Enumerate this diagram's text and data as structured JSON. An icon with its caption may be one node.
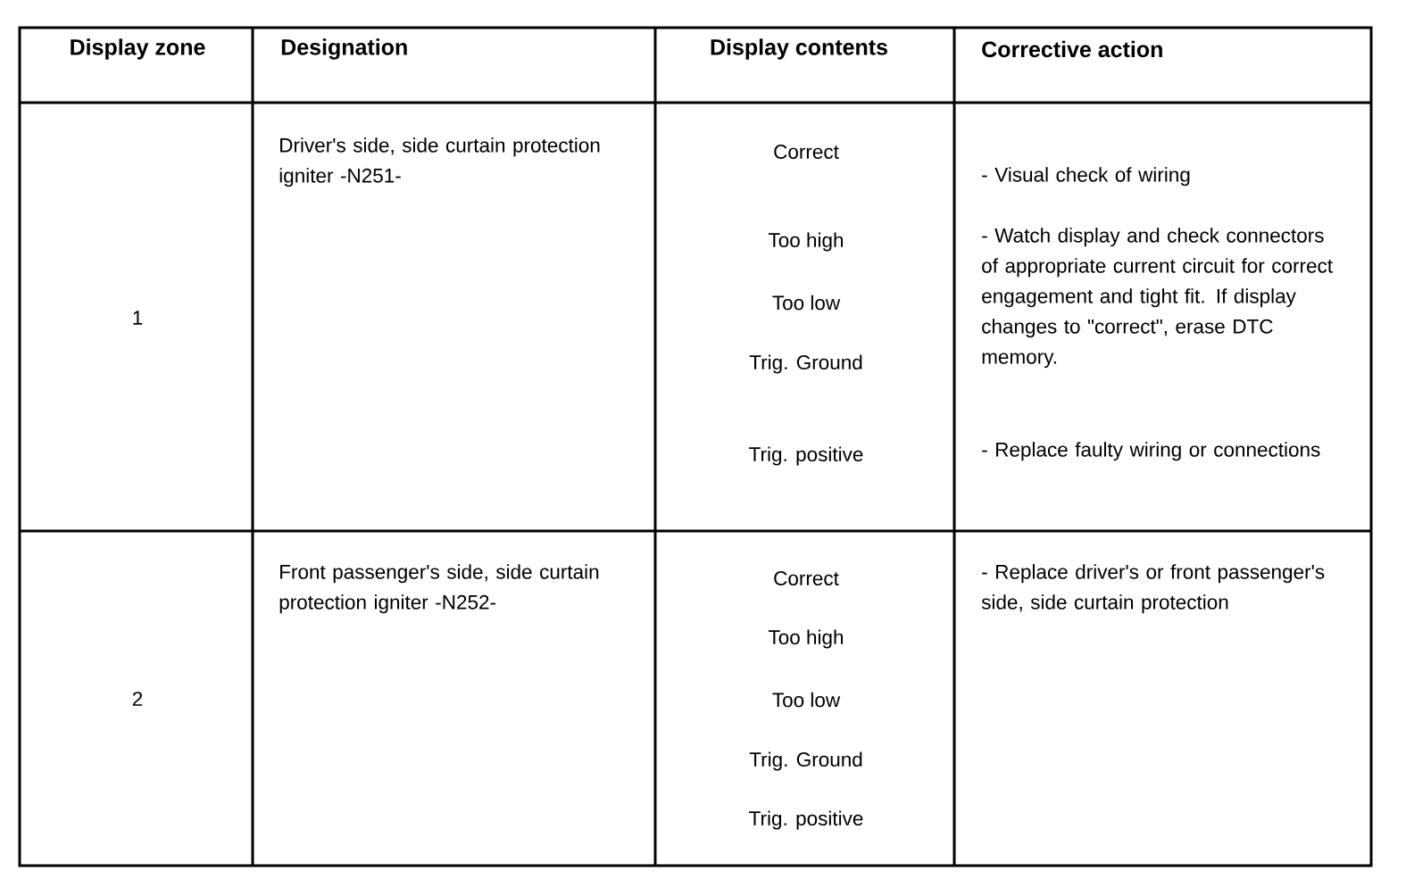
{
  "diagram": {
    "labels": [
      "Display zone",
      "Designation",
      "Display contents",
      "Corrective action",
      "1",
      "Driver's side, side curtain protection igniter -N251-",
      "Correct",
      "Too high",
      "Too low",
      "Trig. Ground",
      "Trig. positive",
      "- Visual check of wiring",
      "- Watch display and check connectors of appropriate current circuit for correct engagement and tight fit. If display changes to \"correct\", erase DTC memory.",
      "- Replace faulty wiring or connections",
      "2",
      "Front passenger's side, side curtain protection igniter -N252-",
      "Correct",
      "Too high",
      "Too low",
      "Trig. Ground",
      "Trig. positive",
      "- Replace driver's or front passenger's side, side curtain protection"
    ]
  }
}
